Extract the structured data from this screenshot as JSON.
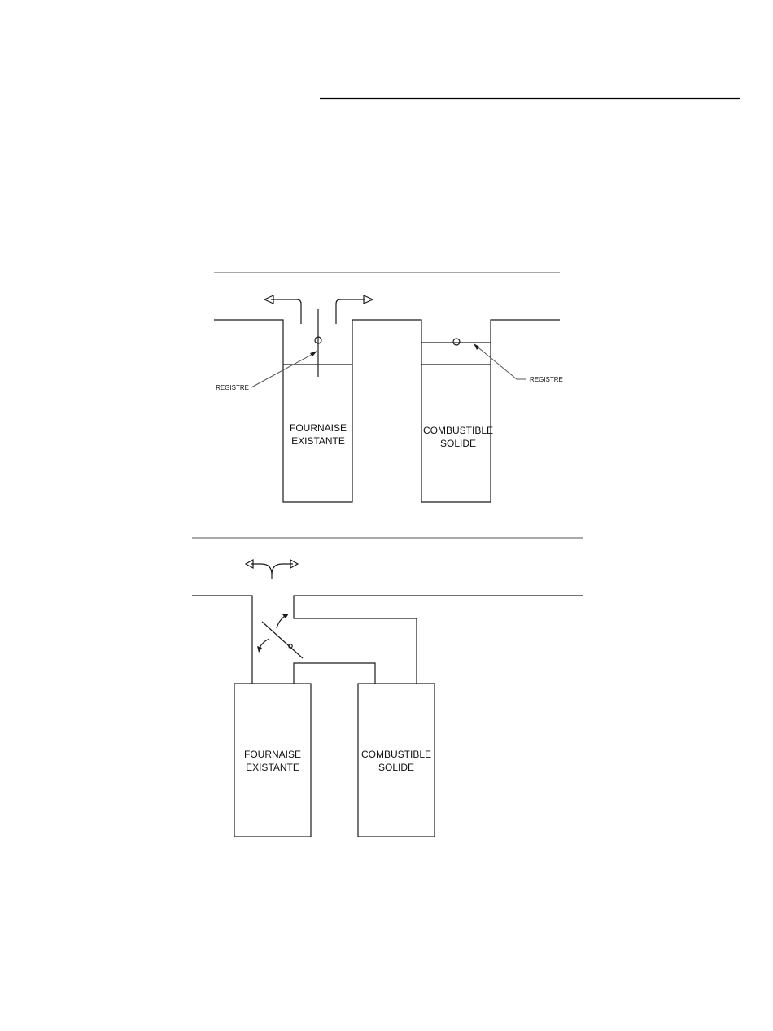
{
  "diagram_top": {
    "furnace_line1": "FOURNAISE",
    "furnace_line2": "EXISTANTE",
    "solid_line1": "COMBUSTIBLE",
    "solid_line2": "SOLIDE",
    "damper_label_left": "REGISTRE",
    "damper_label_right": "REGISTRE"
  },
  "diagram_bottom": {
    "furnace_line1": "FOURNAISE",
    "furnace_line2": "EXISTANTE",
    "solid_line1": "COMBUSTIBLE",
    "solid_line2": "SOLIDE"
  }
}
